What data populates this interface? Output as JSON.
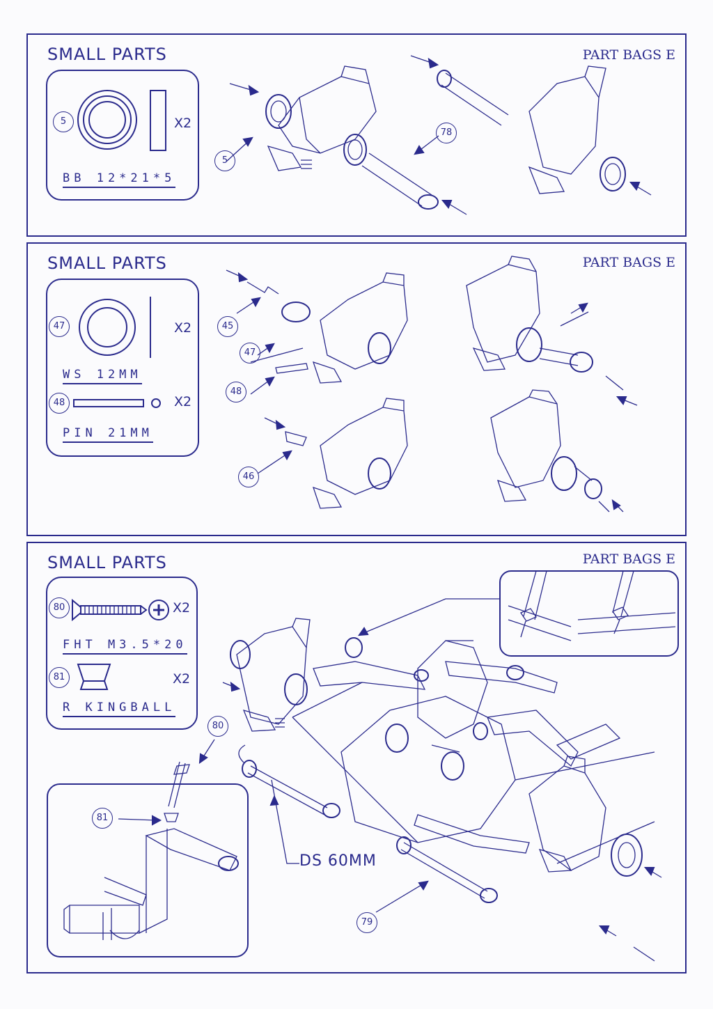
{
  "panels": [
    {
      "heading": "SMALL PARTS",
      "bag": "PART BAGS E",
      "parts": [
        {
          "num": "5",
          "caption": "BB 12*21*5",
          "qty": "X2",
          "icon": "bearing-icon"
        }
      ],
      "callouts": [
        "5",
        "78"
      ]
    },
    {
      "heading": "SMALL PARTS",
      "bag": "PART BAGS E",
      "parts": [
        {
          "num": "47",
          "caption": "WS 12MM",
          "qty": "X2",
          "icon": "washer-icon"
        },
        {
          "num": "48",
          "caption": "PIN 21MM",
          "qty": "X2",
          "icon": "pin-icon"
        }
      ],
      "callouts": [
        "45",
        "47",
        "48",
        "46"
      ]
    },
    {
      "heading": "SMALL PARTS",
      "bag": "PART BAGS E",
      "parts": [
        {
          "num": "80",
          "caption": "FHT M3.5*20",
          "qty": "X2",
          "icon": "screw-icon"
        },
        {
          "num": "81",
          "caption": "R KINGBALL",
          "qty": "X2",
          "icon": "kingball-icon"
        }
      ],
      "callouts": [
        "80",
        "81",
        "79"
      ],
      "driveshaft_label": "DS 60MM"
    }
  ]
}
